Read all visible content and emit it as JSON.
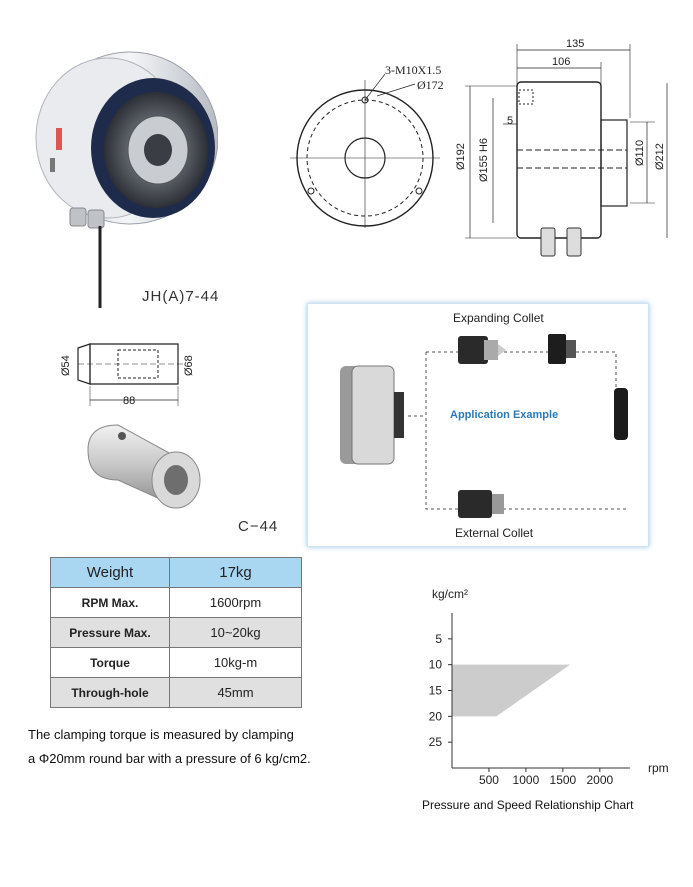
{
  "product": {
    "model_label": "JH(A)7-44",
    "collet_label": "C−44"
  },
  "drawing_main": {
    "thread_callout": "3-M10X1.5",
    "bolt_circle": "Ø172",
    "dims": {
      "d135": "135",
      "d106": "106",
      "d5": "5",
      "d192": "Ø192",
      "d155": "Ø155 H6",
      "d110": "Ø110",
      "d212": "Ø212"
    }
  },
  "drawing_collet": {
    "d54": "Ø54",
    "d68": "Ø68",
    "d88": "88"
  },
  "application": {
    "top_label": "Expanding Collet",
    "middle_label": "Application Example",
    "bottom_label": "External Collet"
  },
  "specs": {
    "rows": [
      {
        "label": "Weight",
        "value": "17kg"
      },
      {
        "label": "RPM Max.",
        "value": "1600rpm"
      },
      {
        "label": "Pressure Max.",
        "value": "10~20kg"
      },
      {
        "label": "Torque",
        "value": "10kg-m"
      },
      {
        "label": "Through-hole",
        "value": "45mm"
      }
    ]
  },
  "note": {
    "line1": "The clamping torque is measured by clamping",
    "line2": "a Φ20mm round bar with a pressure of 6 kg/cm2."
  },
  "chart_data": {
    "type": "area",
    "title": "Pressure and Speed Relationship Chart",
    "xlabel": "rpm",
    "ylabel": "kg/cm²",
    "x_ticks": [
      500,
      1000,
      1500,
      2000
    ],
    "y_ticks": [
      5,
      10,
      15,
      20,
      25
    ],
    "xlim": [
      0,
      2300
    ],
    "ylim": [
      30,
      0
    ],
    "region_polygon": [
      [
        0,
        10
      ],
      [
        1600,
        10
      ],
      [
        600,
        20
      ],
      [
        0,
        20
      ]
    ],
    "region_color": "#cccccc"
  }
}
